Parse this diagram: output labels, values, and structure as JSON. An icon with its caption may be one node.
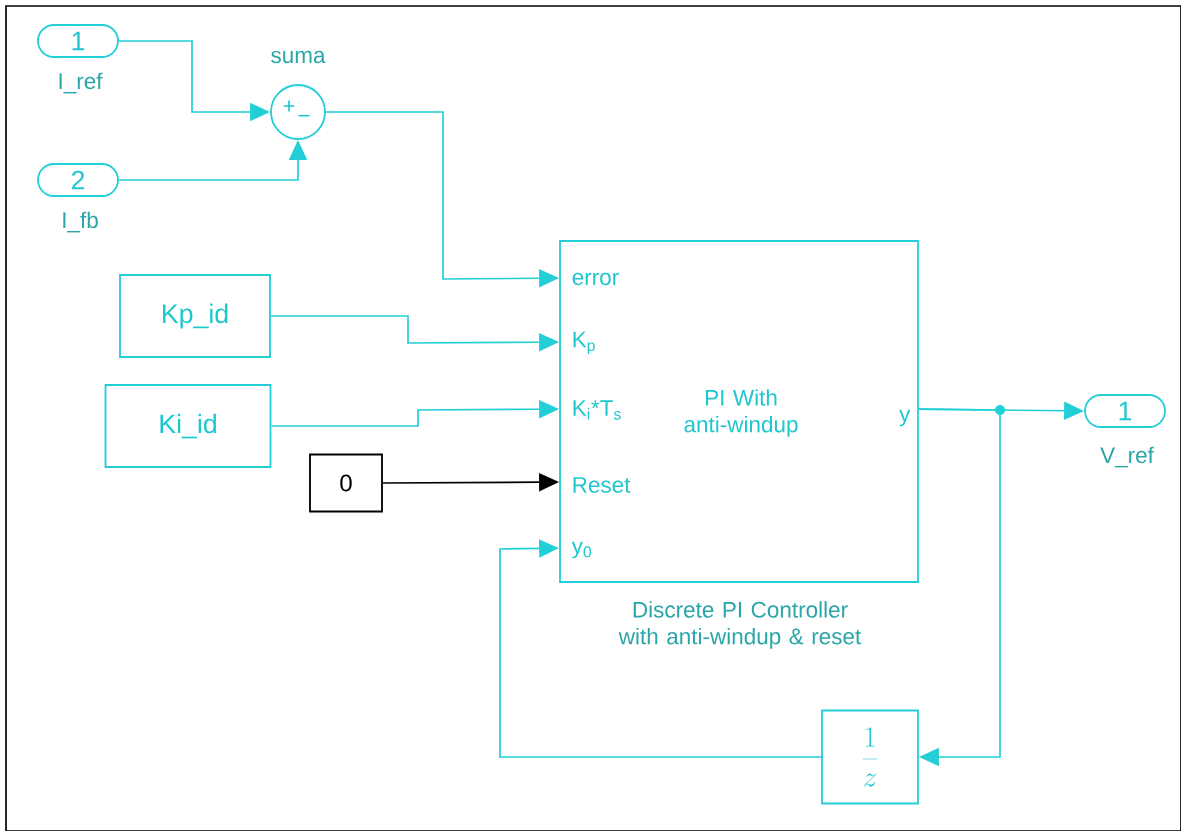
{
  "diagram": {
    "nodes": [
      {
        "text": [
          "1"
        ],
        "beside": [
          "I_ref"
        ]
      },
      {
        "text": [
          "2"
        ],
        "beside": [
          "I_fb"
        ]
      },
      {
        "text": [
          "+",
          "−"
        ],
        "beside": [
          "suma"
        ]
      },
      {
        "text": [
          "Kp_id"
        ]
      },
      {
        "text": [
          "Ki_id"
        ]
      },
      {
        "text": [
          "0"
        ]
      },
      {
        "text": [
          "error",
          "K$_{p}$",
          "K$_{i}$*T$_{s}$",
          "Reset",
          "y$_{0}$",
          "PI With anti-windup",
          "y"
        ],
        "beside": [
          "Discrete PI Controller with anti-windup & reset"
        ]
      },
      {
        "text": [
          "1"
        ],
        "beside": [
          "V_ref"
        ]
      },
      {
        "text": [
          "\\frac{1}{z}"
        ]
      }
    ],
    "edges": [
      {
        "from": 0,
        "to": 2,
        "arrow": "to"
      },
      {
        "from": 1,
        "to": 2,
        "arrow": "to"
      },
      {
        "from": 2,
        "to": 6,
        "arrow": "to"
      },
      {
        "from": 3,
        "to": 6,
        "arrow": "to"
      },
      {
        "from": 4,
        "to": 6,
        "arrow": "to"
      },
      {
        "from": 5,
        "to": 6,
        "arrow": "to",
        "color": "#000000"
      },
      {
        "from": 6,
        "to": 7,
        "arrow": "to"
      },
      {
        "from": 6,
        "to": 8,
        "arrow": "to"
      },
      {
        "from": 8,
        "to": 6,
        "arrow": "to"
      }
    ]
  }
}
